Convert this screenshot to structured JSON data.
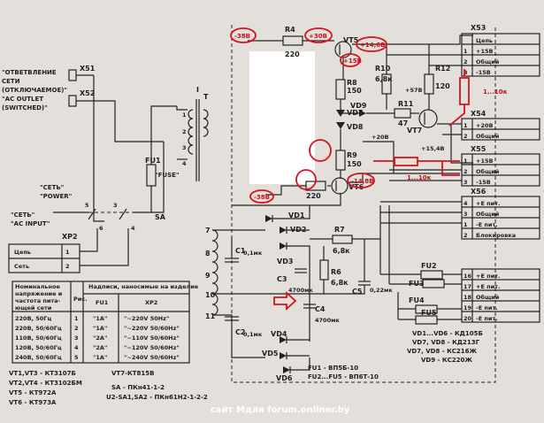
{
  "left": {
    "x51": "X51",
    "x52": "X52",
    "outlet_ru1": "\"ОТВЕТВЛЕНИЕ",
    "outlet_ru2": "СЕТИ",
    "outlet_ru3": "(ОТКЛЮЧАЕМОЕ)\"",
    "outlet_en1": "\"AC OUTLET",
    "outlet_en2": "(SWITCHED)\"",
    "outlet_en3": "",
    "fu1": "FU1",
    "t_label": "T",
    "t_mark": "I",
    "pin1": "1",
    "pin2": "2",
    "pin3": "3",
    "pin4": "4",
    "sa": "SA",
    "sa_p6": "6",
    "sa_p5": "5",
    "sa_p3": "3",
    "sa_p4": "4",
    "set": "\"СЕТЬ\"",
    "power": "\"POWER\"",
    "fuse": "\"FUSE\"",
    "set_input": "\"СЕТЬ\"",
    "ac_input": "\"AC INPUT\"",
    "xp2": "XP2",
    "xp2_row1": "Цепь",
    "xp2_row2": "Сеть",
    "xp2_p1": "1",
    "xp2_p2": "2"
  },
  "table": {
    "h1a": "Номинальное",
    "h1b": "напряжение и",
    "h1c": "частота пита-",
    "h1d": "ющей сети",
    "h2": "Рис.",
    "h3": "Надписи, наносимые на изделие",
    "c_fu1": "FU1",
    "c_xp2": "XP2",
    "r1": [
      "220В, 50Гц",
      "1",
      "\"1A\"",
      "\"~220V 50Hz\""
    ],
    "r2": [
      "220В, 50/60Гц",
      "2",
      "\"1A\"",
      "\"~220V 50/60Hz\""
    ],
    "r3": [
      "110В, 50/60Гц",
      "3",
      "\"2A\"",
      "\"~110V 50/60Hz\""
    ],
    "r4": [
      "120В, 50/60Гц",
      "4",
      "\"2A\"",
      "\"~120V 50/60Hz\""
    ],
    "r5": [
      "240В, 50/60Гц",
      "5",
      "\"1A\"",
      "\"~240V 50/60Hz\""
    ]
  },
  "notes": {
    "n1": "VT1,VT3 - КТ3107Б",
    "n2": "VT2,VT4 - КТ3102БМ",
    "n3": "VT5 - КТ972А",
    "n4": "VT6 - КТ973А",
    "n5": "VT7-КТ815В",
    "n6": "SA - ПКн41-1-2",
    "n7": "U2-SA1,SA2 - ПКн61Н2-1-2-2"
  },
  "top": {
    "r4": "R4",
    "r4_val": "220",
    "vt5": "VT5",
    "r8": "R8",
    "r8_val": "150",
    "vd7": "VD7",
    "vd8": "VD8",
    "r9": "R9",
    "r9_val": "150",
    "vt6": "VT6",
    "r3_val": "220",
    "r10": "R10",
    "r10_val": "6,8к",
    "r12": "R12",
    "r12_val": "120",
    "vd9": "VD9",
    "r11": "R11",
    "r11_val": "47",
    "vt7": "VT7",
    "v578": "+57В",
    "v208": "+20В",
    "v154": "+15,4В"
  },
  "x53": {
    "label": "X53",
    "rows": [
      {
        "pin": "",
        "name": "Цепь"
      },
      {
        "pin": "1",
        "name": "+15В"
      },
      {
        "pin": "2",
        "name": "Общий"
      },
      {
        "pin": "3",
        "name": "-15В"
      }
    ]
  },
  "x54": {
    "label": "X54",
    "rows": [
      {
        "pin": "1",
        "name": "+20В"
      },
      {
        "pin": "2",
        "name": "Общий"
      }
    ]
  },
  "x55": {
    "label": "X55",
    "rows": [
      {
        "pin": "1",
        "name": "+15В"
      },
      {
        "pin": "2",
        "name": "Общий"
      },
      {
        "pin": "3",
        "name": "-15В"
      }
    ]
  },
  "x56": {
    "label": "X56",
    "rows": [
      {
        "pin": "4",
        "name": "+Е пит."
      },
      {
        "pin": "3",
        "name": "Общий"
      },
      {
        "pin": "1",
        "name": "-Е пит."
      },
      {
        "pin": "2",
        "name": "Блокировка"
      }
    ]
  },
  "xb": {
    "rows": [
      {
        "pin": "16",
        "name": "+Е пит."
      },
      {
        "pin": "17",
        "name": "+Е пит."
      },
      {
        "pin": "18",
        "name": "Общий"
      },
      {
        "pin": "19",
        "name": "-Е пит."
      },
      {
        "pin": "20",
        "name": "-Е пит."
      }
    ]
  },
  "mid": {
    "fu2": "FU2",
    "fu3": "FU3",
    "fu4": "FU4",
    "fu5": "FU5"
  },
  "bottom": {
    "p7": "7",
    "p8": "8",
    "p9": "9",
    "p10": "10",
    "p11": "11",
    "c1": "C1",
    "c1_val": "0,1мк",
    "c2": "C2",
    "c2_val": "0,1мк",
    "vd1": "VD1",
    "vd2": "VD2",
    "vd3": "VD3",
    "vd4": "VD4",
    "vd5": "VD5",
    "vd6": "VD6",
    "c3": "C3",
    "c3_val": "4700мк",
    "c4": "C4",
    "c4_val": "4700мк",
    "r7": "R7",
    "r7_val": "6,8к",
    "r6": "R6",
    "r6_val": "6,8к",
    "c5": "C5",
    "c5_val": "0,22мк"
  },
  "legend": {
    "l1": "VD1...VD6 - КД105Б",
    "l2": "VD7, VD8 - КД213Г",
    "l3": "VD7, VD8 - КС216Ж",
    "l4": "VD9 - КС220Ж",
    "l5": "FU1 - ВП5Б-10",
    "l6": "FU2...FU5 - ВП6Т-10"
  },
  "annot": {
    "v38_top": "-38В",
    "v308": "+30В",
    "v1468": "+14,6В",
    "v15": "+15В",
    "v148": "-14,8В",
    "v38_bot": "-38В",
    "range_top": "1...10к",
    "range_mid": "1...10к"
  },
  "watermark": "сайт Мдля forum.onliner.by"
}
